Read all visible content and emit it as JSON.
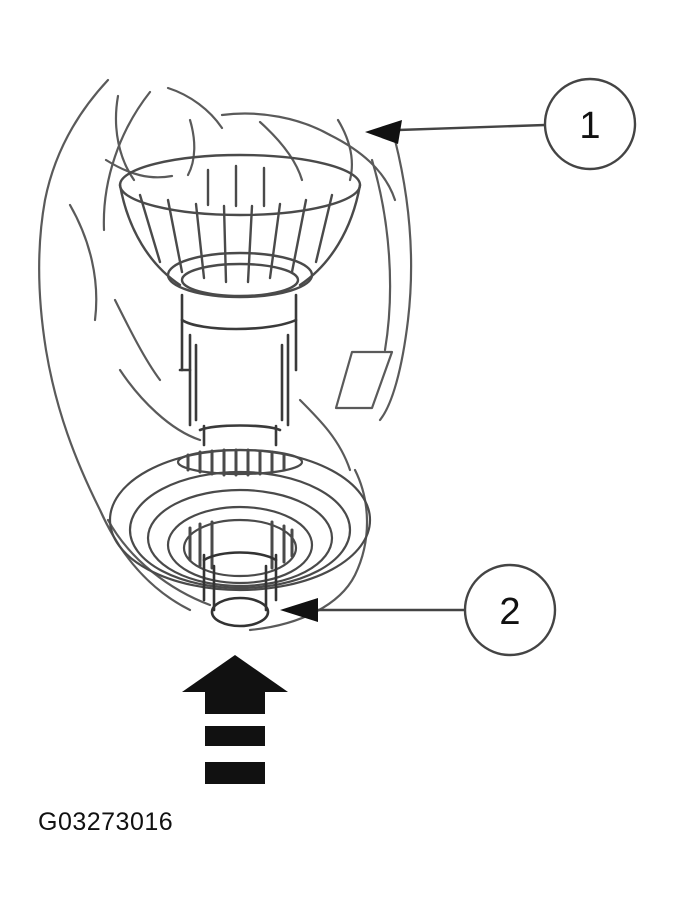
{
  "figure": {
    "code": "G03273016"
  },
  "callouts": [
    {
      "number": "1",
      "target": "gear-housing"
    },
    {
      "number": "2",
      "target": "shaft-end"
    }
  ],
  "colors": {
    "line": "#555555",
    "ink": "#111111",
    "background": "#ffffff"
  },
  "icons": {
    "force_arrow": "press-direction-arrow-icon"
  }
}
